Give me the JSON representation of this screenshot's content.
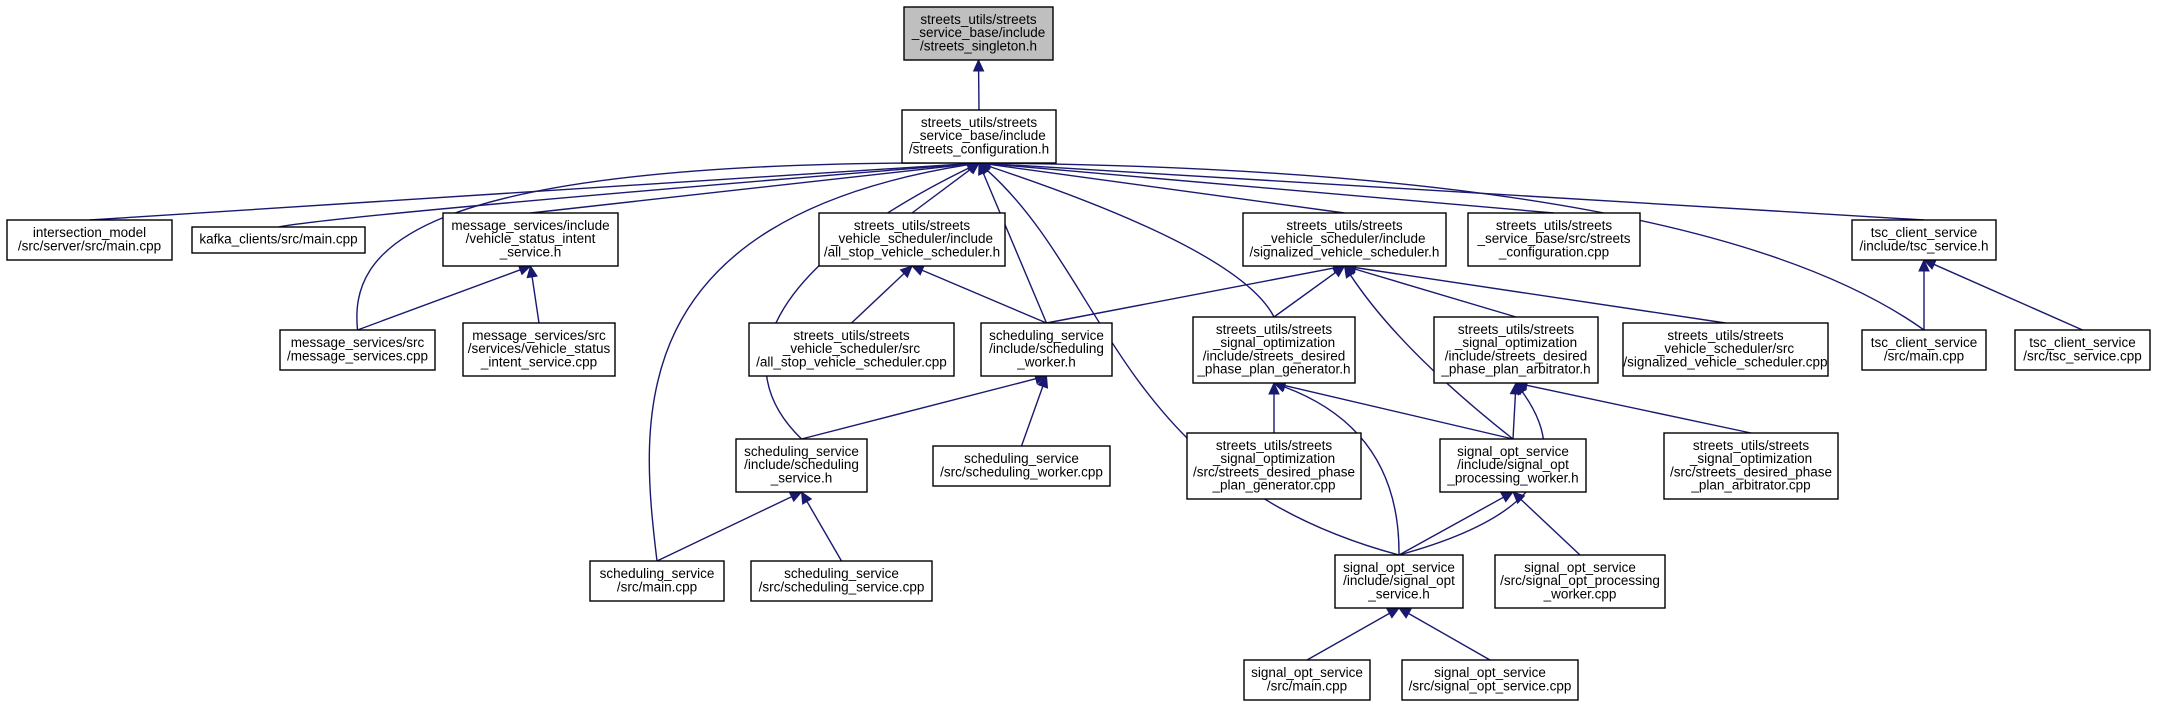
{
  "nodes": [
    {
      "id": "singleton",
      "lines": [
        "streets_utils/streets",
        "_service_base/include",
        "/streets_singleton.h"
      ],
      "highlighted": true
    },
    {
      "id": "configuration_h",
      "lines": [
        "streets_utils/streets",
        "_service_base/include",
        "/streets_configuration.h"
      ]
    },
    {
      "id": "intersection_model_main",
      "lines": [
        "intersection_model",
        "/src/server/src/main.cpp"
      ]
    },
    {
      "id": "kafka_clients_main",
      "lines": [
        "kafka_clients/src/main.cpp"
      ]
    },
    {
      "id": "vehicle_status_intent_service_h",
      "lines": [
        "message_services/include",
        "/vehicle_status_intent",
        "_service.h"
      ]
    },
    {
      "id": "all_stop_vehicle_scheduler_h",
      "lines": [
        "streets_utils/streets",
        "_vehicle_scheduler/include",
        "/all_stop_vehicle_scheduler.h"
      ]
    },
    {
      "id": "signalized_vehicle_scheduler_h",
      "lines": [
        "streets_utils/streets",
        "_vehicle_scheduler/include",
        "/signalized_vehicle_scheduler.h"
      ]
    },
    {
      "id": "streets_configuration_cpp",
      "lines": [
        "streets_utils/streets",
        "_service_base/src/streets",
        "_configuration.cpp"
      ]
    },
    {
      "id": "tsc_service_h",
      "lines": [
        "tsc_client_service",
        "/include/tsc_service.h"
      ]
    },
    {
      "id": "message_services_cpp",
      "lines": [
        "message_services/src",
        "/message_services.cpp"
      ]
    },
    {
      "id": "vehicle_status_intent_service_cpp",
      "lines": [
        "message_services/src",
        "/services/vehicle_status",
        "_intent_service.cpp"
      ]
    },
    {
      "id": "all_stop_vehicle_scheduler_cpp",
      "lines": [
        "streets_utils/streets",
        "_vehicle_scheduler/src",
        "/all_stop_vehicle_scheduler.cpp"
      ]
    },
    {
      "id": "scheduling_worker_h",
      "lines": [
        "scheduling_service",
        "/include/scheduling",
        "_worker.h"
      ]
    },
    {
      "id": "desired_phase_plan_generator_h",
      "lines": [
        "streets_utils/streets",
        "_signal_optimization",
        "/include/streets_desired",
        "_phase_plan_generator.h"
      ]
    },
    {
      "id": "desired_phase_plan_arbitrator_h",
      "lines": [
        "streets_utils/streets",
        "_signal_optimization",
        "/include/streets_desired",
        "_phase_plan_arbitrator.h"
      ]
    },
    {
      "id": "signalized_vehicle_scheduler_cpp",
      "lines": [
        "streets_utils/streets",
        "_vehicle_scheduler/src",
        "/signalized_vehicle_scheduler.cpp"
      ]
    },
    {
      "id": "tsc_client_main",
      "lines": [
        "tsc_client_service",
        "/src/main.cpp"
      ]
    },
    {
      "id": "tsc_service_cpp",
      "lines": [
        "tsc_client_service",
        "/src/tsc_service.cpp"
      ]
    },
    {
      "id": "scheduling_service_h",
      "lines": [
        "scheduling_service",
        "/include/scheduling",
        "_service.h"
      ]
    },
    {
      "id": "scheduling_worker_cpp",
      "lines": [
        "scheduling_service",
        "/src/scheduling_worker.cpp"
      ]
    },
    {
      "id": "desired_phase_plan_generator_cpp",
      "lines": [
        "streets_utils/streets",
        "_signal_optimization",
        "/src/streets_desired_phase",
        "_plan_generator.cpp"
      ]
    },
    {
      "id": "signal_opt_processing_worker_h",
      "lines": [
        "signal_opt_service",
        "/include/signal_opt",
        "_processing_worker.h"
      ]
    },
    {
      "id": "desired_phase_plan_arbitrator_cpp",
      "lines": [
        "streets_utils/streets",
        "_signal_optimization",
        "/src/streets_desired_phase",
        "_plan_arbitrator.cpp"
      ]
    },
    {
      "id": "scheduling_service_main",
      "lines": [
        "scheduling_service",
        "/src/main.cpp"
      ]
    },
    {
      "id": "scheduling_service_cpp",
      "lines": [
        "scheduling_service",
        "/src/scheduling_service.cpp"
      ]
    },
    {
      "id": "signal_opt_service_h",
      "lines": [
        "signal_opt_service",
        "/include/signal_opt",
        "_service.h"
      ]
    },
    {
      "id": "signal_opt_processing_worker_cpp",
      "lines": [
        "signal_opt_service",
        "/src/signal_opt_processing",
        "_worker.cpp"
      ]
    },
    {
      "id": "signal_opt_service_main",
      "lines": [
        "signal_opt_service",
        "/src/main.cpp"
      ]
    },
    {
      "id": "signal_opt_service_cpp",
      "lines": [
        "signal_opt_service",
        "/src/signal_opt_service.cpp"
      ]
    }
  ],
  "edges": [
    {
      "from": "configuration_h",
      "to": "singleton"
    },
    {
      "from": "intersection_model_main",
      "to": "configuration_h"
    },
    {
      "from": "kafka_clients_main",
      "to": "configuration_h"
    },
    {
      "from": "vehicle_status_intent_service_h",
      "to": "configuration_h"
    },
    {
      "from": "message_services_cpp",
      "to": "configuration_h"
    },
    {
      "from": "scheduling_service_main",
      "to": "configuration_h"
    },
    {
      "from": "scheduling_service_h",
      "to": "configuration_h"
    },
    {
      "from": "all_stop_vehicle_scheduler_h",
      "to": "configuration_h"
    },
    {
      "from": "scheduling_worker_h",
      "to": "configuration_h"
    },
    {
      "from": "desired_phase_plan_generator_h",
      "to": "configuration_h"
    },
    {
      "from": "signal_opt_service_h",
      "to": "configuration_h"
    },
    {
      "from": "signalized_vehicle_scheduler_h",
      "to": "configuration_h"
    },
    {
      "from": "streets_configuration_cpp",
      "to": "configuration_h"
    },
    {
      "from": "tsc_client_main",
      "to": "configuration_h"
    },
    {
      "from": "tsc_service_h",
      "to": "configuration_h"
    },
    {
      "from": "message_services_cpp",
      "to": "vehicle_status_intent_service_h"
    },
    {
      "from": "vehicle_status_intent_service_cpp",
      "to": "vehicle_status_intent_service_h"
    },
    {
      "from": "all_stop_vehicle_scheduler_cpp",
      "to": "all_stop_vehicle_scheduler_h"
    },
    {
      "from": "scheduling_worker_h",
      "to": "all_stop_vehicle_scheduler_h"
    },
    {
      "from": "scheduling_worker_h",
      "to": "signalized_vehicle_scheduler_h"
    },
    {
      "from": "desired_phase_plan_generator_h",
      "to": "signalized_vehicle_scheduler_h"
    },
    {
      "from": "signal_opt_processing_worker_h",
      "to": "signalized_vehicle_scheduler_h"
    },
    {
      "from": "desired_phase_plan_arbitrator_h",
      "to": "signalized_vehicle_scheduler_h"
    },
    {
      "from": "signalized_vehicle_scheduler_cpp",
      "to": "signalized_vehicle_scheduler_h"
    },
    {
      "from": "tsc_client_main",
      "to": "tsc_service_h"
    },
    {
      "from": "tsc_service_cpp",
      "to": "tsc_service_h"
    },
    {
      "from": "scheduling_service_h",
      "to": "scheduling_worker_h"
    },
    {
      "from": "scheduling_worker_cpp",
      "to": "scheduling_worker_h"
    },
    {
      "from": "desired_phase_plan_generator_cpp",
      "to": "desired_phase_plan_generator_h"
    },
    {
      "from": "signal_opt_processing_worker_h",
      "to": "desired_phase_plan_generator_h"
    },
    {
      "from": "signal_opt_service_h",
      "to": "desired_phase_plan_generator_h"
    },
    {
      "from": "signal_opt_processing_worker_h",
      "to": "desired_phase_plan_arbitrator_h"
    },
    {
      "from": "signal_opt_service_h",
      "to": "desired_phase_plan_arbitrator_h"
    },
    {
      "from": "desired_phase_plan_arbitrator_cpp",
      "to": "desired_phase_plan_arbitrator_h"
    },
    {
      "from": "scheduling_service_main",
      "to": "scheduling_service_h"
    },
    {
      "from": "scheduling_service_cpp",
      "to": "scheduling_service_h"
    },
    {
      "from": "signal_opt_service_h",
      "to": "signal_opt_processing_worker_h"
    },
    {
      "from": "signal_opt_processing_worker_cpp",
      "to": "signal_opt_processing_worker_h"
    },
    {
      "from": "signal_opt_service_main",
      "to": "signal_opt_service_h"
    },
    {
      "from": "signal_opt_service_cpp",
      "to": "signal_opt_service_h"
    }
  ],
  "colors": {
    "edge": "#191970",
    "highlighted_node_fill": "#bfbfbf",
    "node_fill": "#ffffff",
    "node_border": "#000000"
  }
}
